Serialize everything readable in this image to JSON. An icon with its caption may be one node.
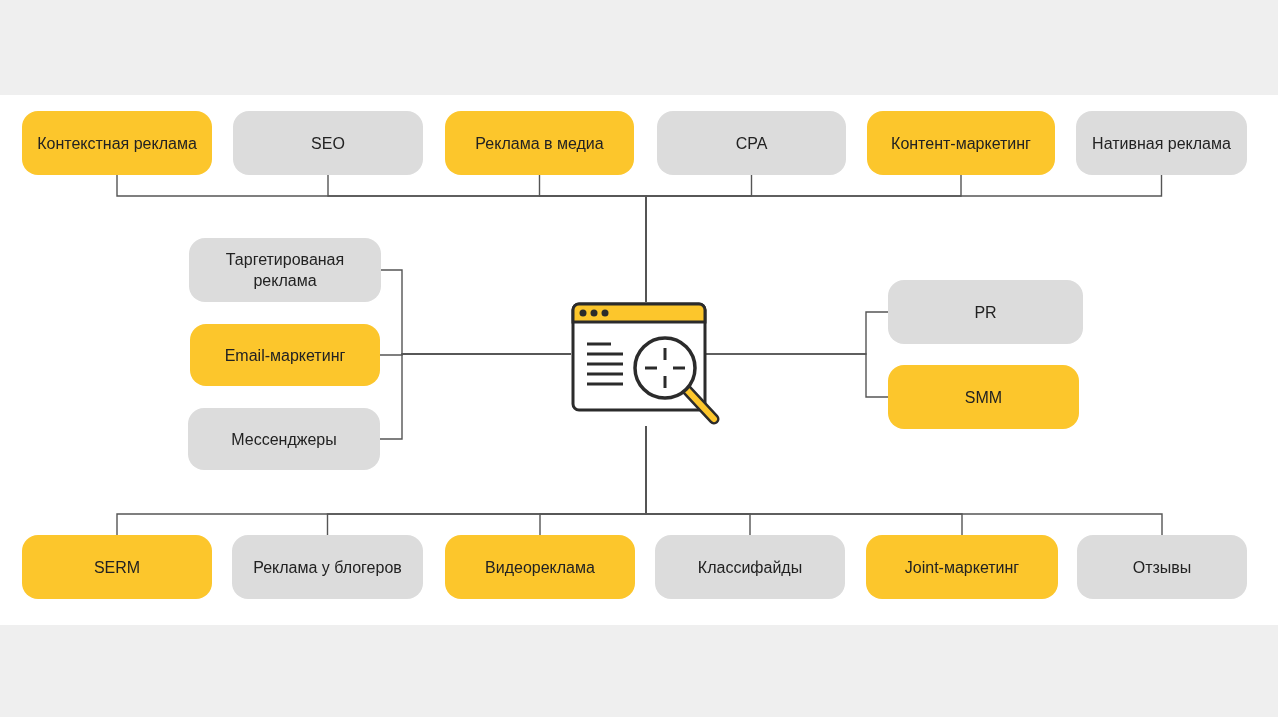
{
  "diagram": {
    "nodes": [
      {
        "text": [],
        "shape": "picture"
      },
      {
        "text": [
          "Контекстная реклама"
        ]
      },
      {
        "text": [
          "SEO"
        ]
      },
      {
        "text": [
          "Реклама в медиа"
        ]
      },
      {
        "text": [
          "CPA"
        ]
      },
      {
        "text": [
          "Контент-маркетинг"
        ]
      },
      {
        "text": [
          "Нативная реклама"
        ]
      },
      {
        "text": [
          "Таргетированая реклама"
        ]
      },
      {
        "text": [
          "Email-маркетинг"
        ]
      },
      {
        "text": [
          "Мессенджеры"
        ]
      },
      {
        "text": [
          "PR"
        ]
      },
      {
        "text": [
          "SMM"
        ]
      },
      {
        "text": [
          "SERM"
        ]
      },
      {
        "text": [
          "Реклама у блогеров"
        ]
      },
      {
        "text": [
          "Видеореклама"
        ]
      },
      {
        "text": [
          "Классифайды"
        ]
      },
      {
        "text": [
          "Joint-маркетинг"
        ]
      },
      {
        "text": [
          "Отзывы"
        ]
      }
    ],
    "edges": [
      {
        "from": 0,
        "to": 1,
        "arrow": "none"
      },
      {
        "from": 0,
        "to": 2,
        "arrow": "none"
      },
      {
        "from": 0,
        "to": 3,
        "arrow": "none"
      },
      {
        "from": 0,
        "to": 4,
        "arrow": "none"
      },
      {
        "from": 0,
        "to": 5,
        "arrow": "none"
      },
      {
        "from": 0,
        "to": 6,
        "arrow": "none"
      },
      {
        "from": 0,
        "to": 7,
        "arrow": "none"
      },
      {
        "from": 0,
        "to": 8,
        "arrow": "none"
      },
      {
        "from": 0,
        "to": 9,
        "arrow": "none"
      },
      {
        "from": 0,
        "to": 10,
        "arrow": "none"
      },
      {
        "from": 0,
        "to": 11,
        "arrow": "none"
      },
      {
        "from": 0,
        "to": 12,
        "arrow": "none"
      },
      {
        "from": 0,
        "to": 13,
        "arrow": "none"
      },
      {
        "from": 0,
        "to": 14,
        "arrow": "none"
      },
      {
        "from": 0,
        "to": 15,
        "arrow": "none"
      },
      {
        "from": 0,
        "to": 16,
        "arrow": "none"
      },
      {
        "from": 0,
        "to": 17,
        "arrow": "none"
      }
    ]
  }
}
